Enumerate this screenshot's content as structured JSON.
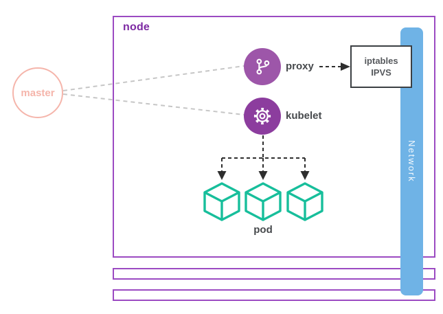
{
  "diagram": {
    "master": {
      "label": "master"
    },
    "node": {
      "label": "node"
    },
    "proxy": {
      "label": "proxy",
      "icon": "git-branch-icon"
    },
    "kubelet": {
      "label": "kubelet",
      "icon": "gear-icon"
    },
    "iptables_box": {
      "line1": "iptables",
      "line2": "IPVS"
    },
    "pods": {
      "label": "pod",
      "count": 3
    },
    "network": {
      "label": "Network"
    },
    "extra_node_rects": 2
  },
  "colors": {
    "node-border": "#9B4AC2",
    "node-label": "#7D2AA3",
    "master": "#F5B5AB",
    "proxy-fill": "#9D56A9",
    "kubelet-fill": "#8C3D9E",
    "pod-stroke": "#17BE9B",
    "network-bar": "#6FB3E6",
    "network-text": "#F2F8FD",
    "box-border": "#3B3F42",
    "box-text": "#56595D",
    "label-text": "#46494C",
    "dash-gray": "#C6C6C6",
    "dash-dark": "#2E2E2E"
  }
}
